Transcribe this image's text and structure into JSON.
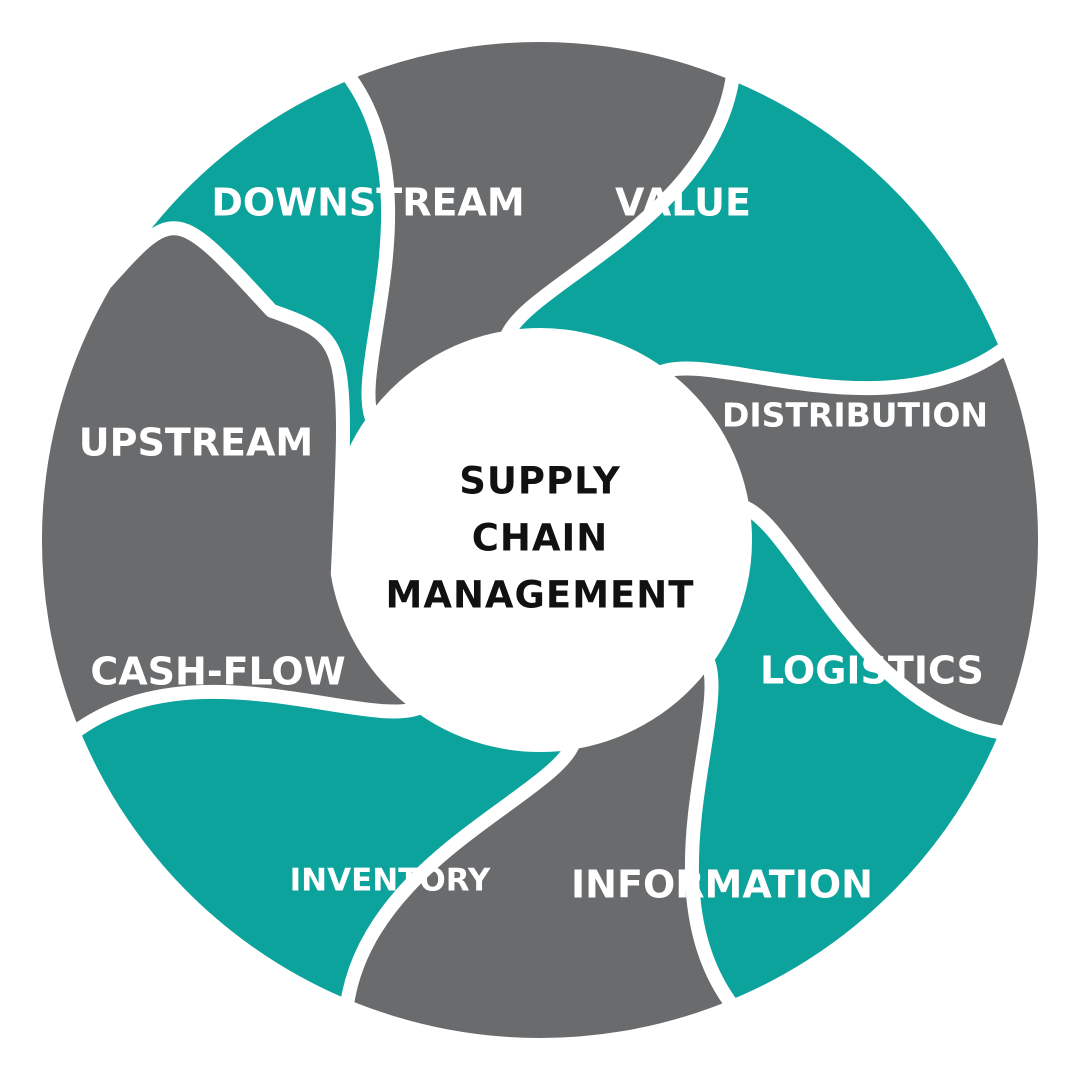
{
  "center": {
    "lines": [
      "SUPPLY",
      "CHAIN",
      "MANAGEMENT"
    ]
  },
  "colors": {
    "teal": "#0ca39c",
    "gray": "#6a6b6d",
    "center_text": "#111111",
    "background": "#ffffff"
  },
  "segments": [
    {
      "id": "downstream",
      "label": "DOWNSTREAM",
      "color": "teal"
    },
    {
      "id": "value",
      "label": "VALUE",
      "color": "gray"
    },
    {
      "id": "distribution",
      "label": "DISTRIBUTION",
      "color": "teal"
    },
    {
      "id": "logistics",
      "label": "LOGISTICS",
      "color": "gray"
    },
    {
      "id": "information",
      "label": "INFORMATION",
      "color": "teal"
    },
    {
      "id": "inventory",
      "label": "INVENTORY",
      "color": "gray"
    },
    {
      "id": "cash-flow",
      "label": "CASH-FLOW",
      "color": "teal"
    },
    {
      "id": "upstream",
      "label": "UPSTREAM",
      "color": "gray"
    }
  ]
}
